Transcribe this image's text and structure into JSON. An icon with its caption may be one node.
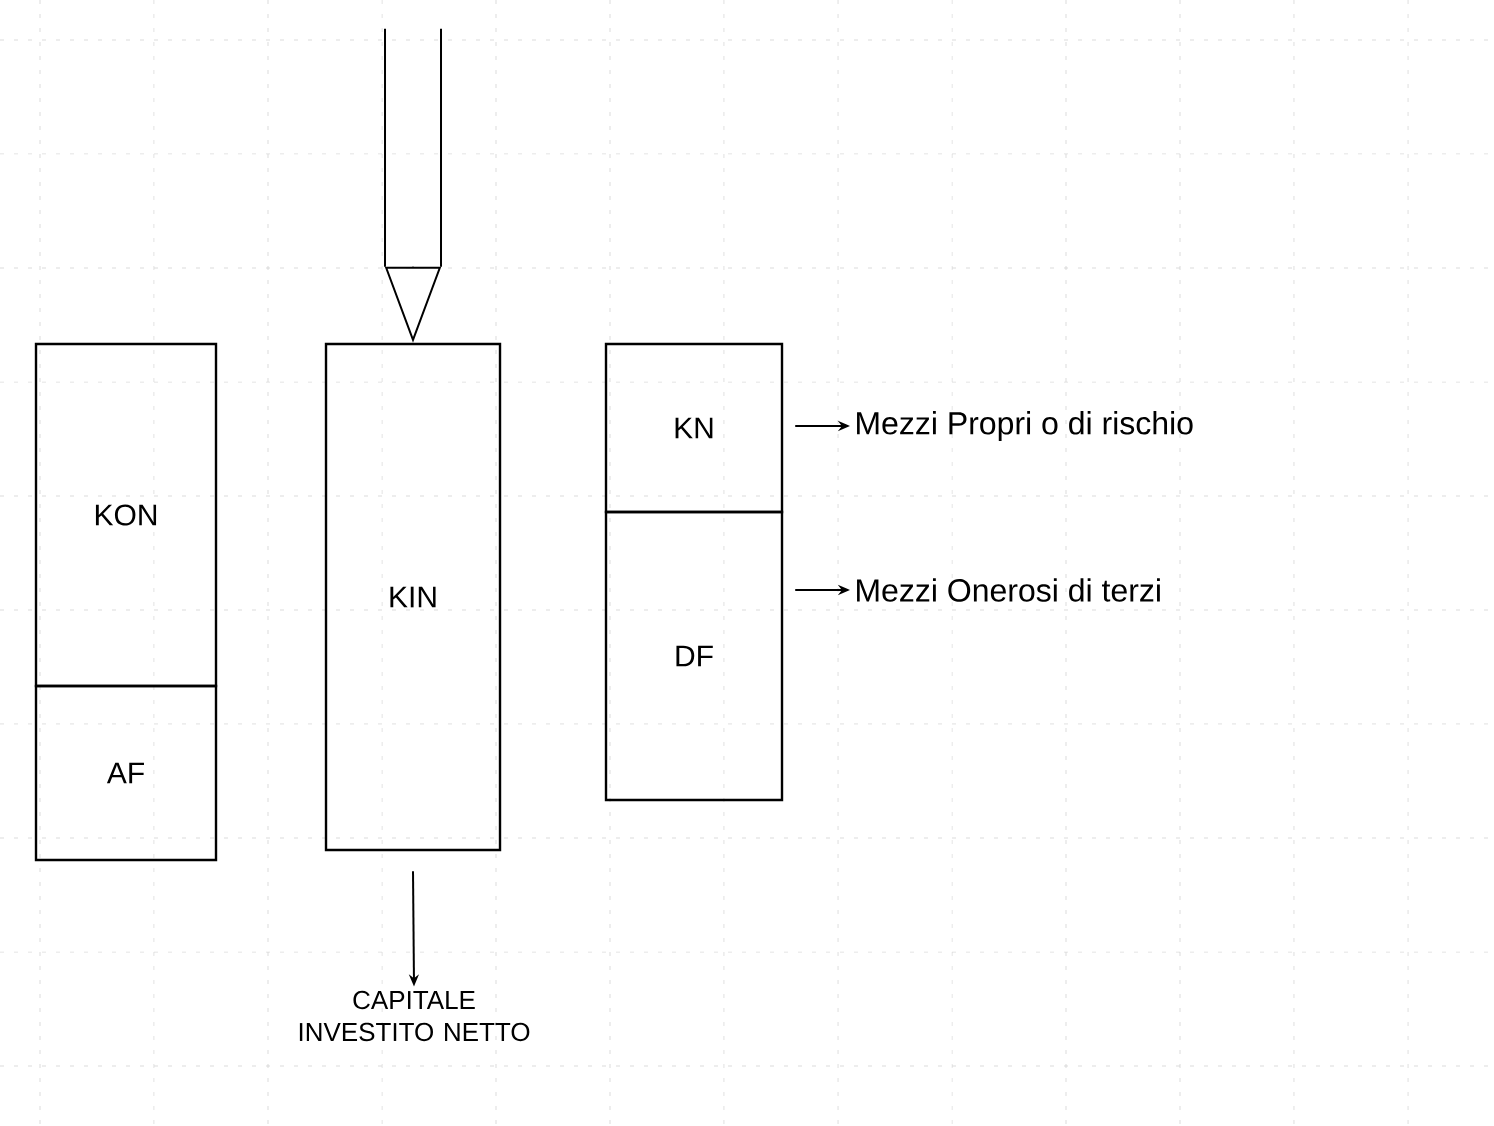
{
  "diagram": {
    "nodes": [
      {
        "text": [
          "KON"
        ]
      },
      {
        "text": [
          "AF"
        ]
      },
      {
        "text": [
          "KIN"
        ]
      },
      {
        "text": [
          "KN"
        ]
      },
      {
        "text": [
          "DF"
        ]
      },
      {
        "text": [
          "Mezzi Propri o di rischio"
        ]
      },
      {
        "text": [
          "Mezzi Onerosi di terzi"
        ]
      },
      {
        "text": [
          "CAPITALE INVESTITO NETTO"
        ]
      }
    ],
    "edges": [
      {
        "from": null,
        "to": 2,
        "arrow": "to"
      },
      {
        "from": 2,
        "to": 7,
        "arrow": "to"
      },
      {
        "from": 3,
        "to": 5,
        "arrow": "to"
      },
      {
        "from": 4,
        "to": 6,
        "arrow": "to"
      }
    ]
  }
}
